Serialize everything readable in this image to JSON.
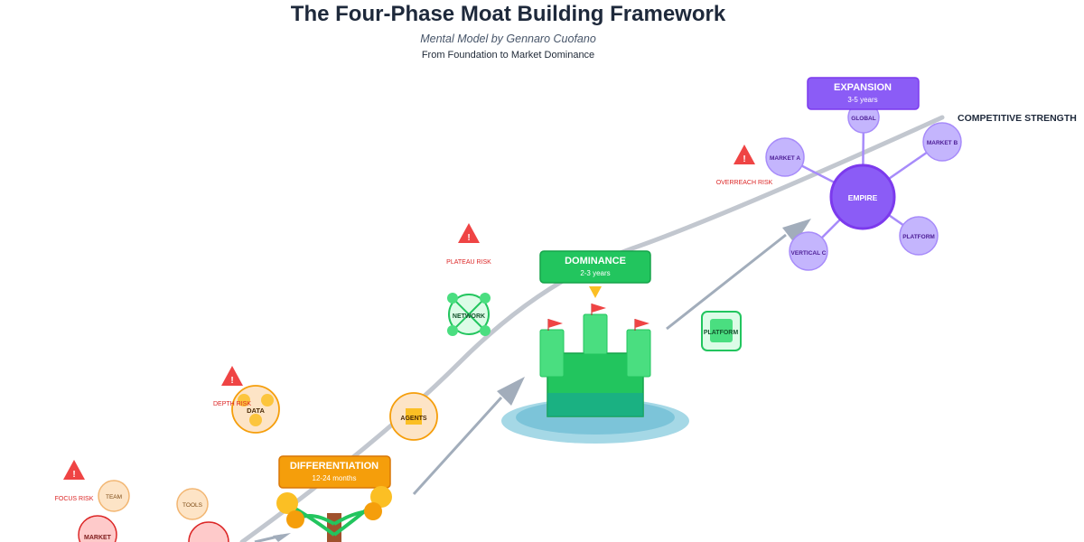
{
  "header": {
    "title": "The Four-Phase Moat Building Framework",
    "subtitle": "Mental Model by Gennaro Cuofano",
    "tagline": "From Foundation to Market Dominance"
  },
  "curve_label": "COMPETITIVE STRENGTH",
  "phases": {
    "differentiation": {
      "name": "DIFFERENTIATION",
      "duration": "12-24 months",
      "color": "#f59e0b"
    },
    "dominance": {
      "name": "DOMINANCE",
      "duration": "2-3 years",
      "color": "#22c55e"
    },
    "expansion": {
      "name": "EXPANSION",
      "duration": "3-5 years",
      "color": "#8b5cf6"
    }
  },
  "nodes": {
    "team": "TEAM",
    "tools": "TOOLS",
    "market": "MARKET",
    "data": "DATA",
    "agents": "AGENTS",
    "network": "NETWORK",
    "platform": "PLATFORM",
    "empire": "EMPIRE",
    "global": "GLOBAL",
    "market_a": "MARKET A",
    "market_b": "MARKET B",
    "vertical_c": "VERTICAL C",
    "platform_exp": "PLATFORM"
  },
  "risks": {
    "focus": "FOCUS RISK",
    "depth": "DEPTH RISK",
    "plateau": "PLATEAU RISK",
    "overreach": "OVERREACH RISK",
    "icon": "!"
  },
  "colors": {
    "risk": "#ef4444",
    "curve": "#c2c7cf",
    "arrow": "#a2adbb",
    "title": "#1e293b"
  }
}
